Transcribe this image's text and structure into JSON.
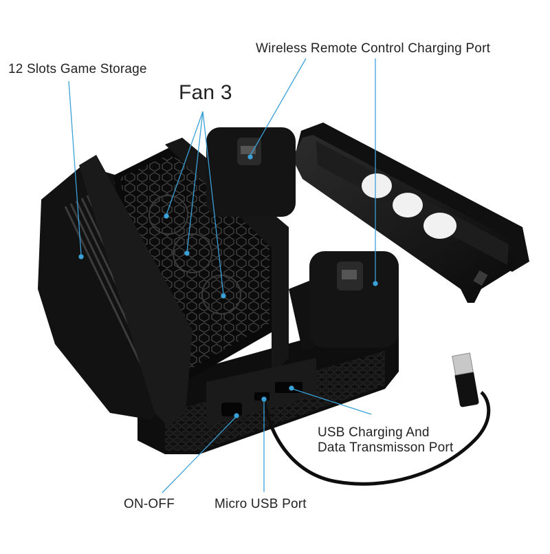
{
  "labels": {
    "wireless_port": "Wireless Remote Control Charging Port",
    "game_storage": "12  Slots Game Storage",
    "fan": "Fan 3",
    "usb_line1": "USB Charging And",
    "usb_line2": "Data Transmisson Port",
    "on_off": "ON-OFF",
    "micro_usb": "Micro USB Port"
  },
  "colors": {
    "callout": "#3aa0d8",
    "device": "#141414",
    "device_highlight": "#3a3a3a",
    "text": "#222222",
    "background": "#ffffff"
  }
}
